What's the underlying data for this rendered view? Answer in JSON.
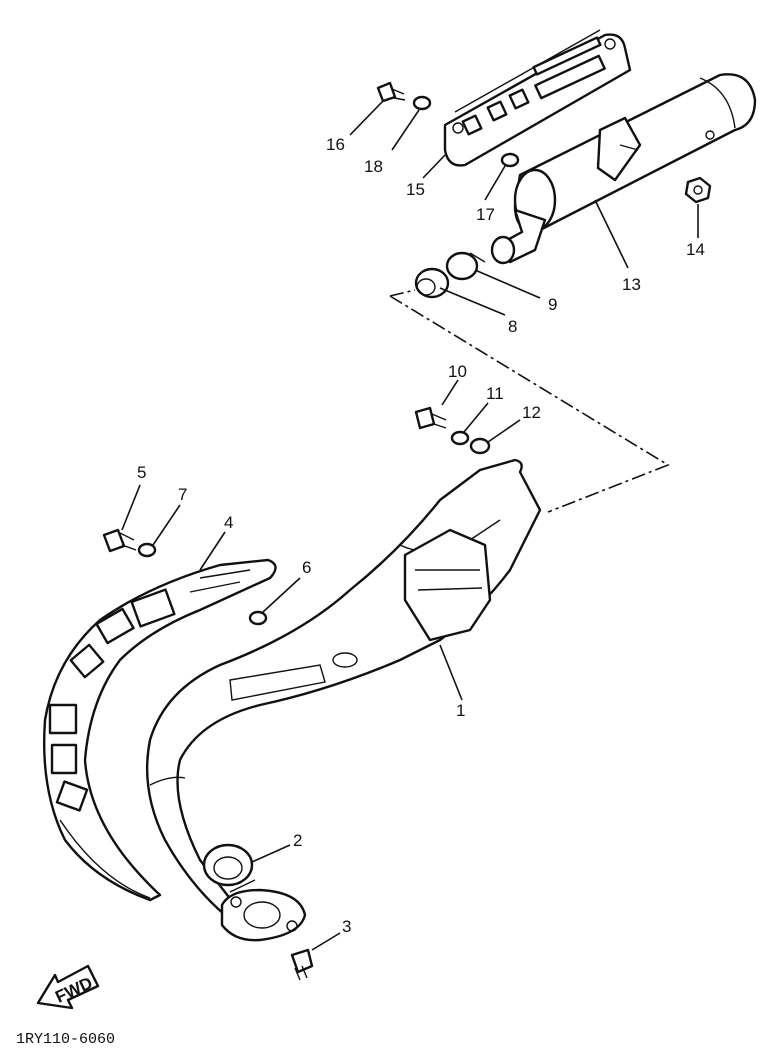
{
  "callouts": {
    "c1": "1",
    "c2": "2",
    "c3": "3",
    "c4": "4",
    "c5": "5",
    "c6": "6",
    "c7": "7",
    "c8": "8",
    "c9": "9",
    "c10": "10",
    "c11": "11",
    "c12": "12",
    "c13": "13",
    "c14": "14",
    "c15": "15",
    "c16": "16",
    "c17": "17",
    "c18": "18"
  },
  "fwd_label": "FWD",
  "drawing_code": "1RY110-6060"
}
